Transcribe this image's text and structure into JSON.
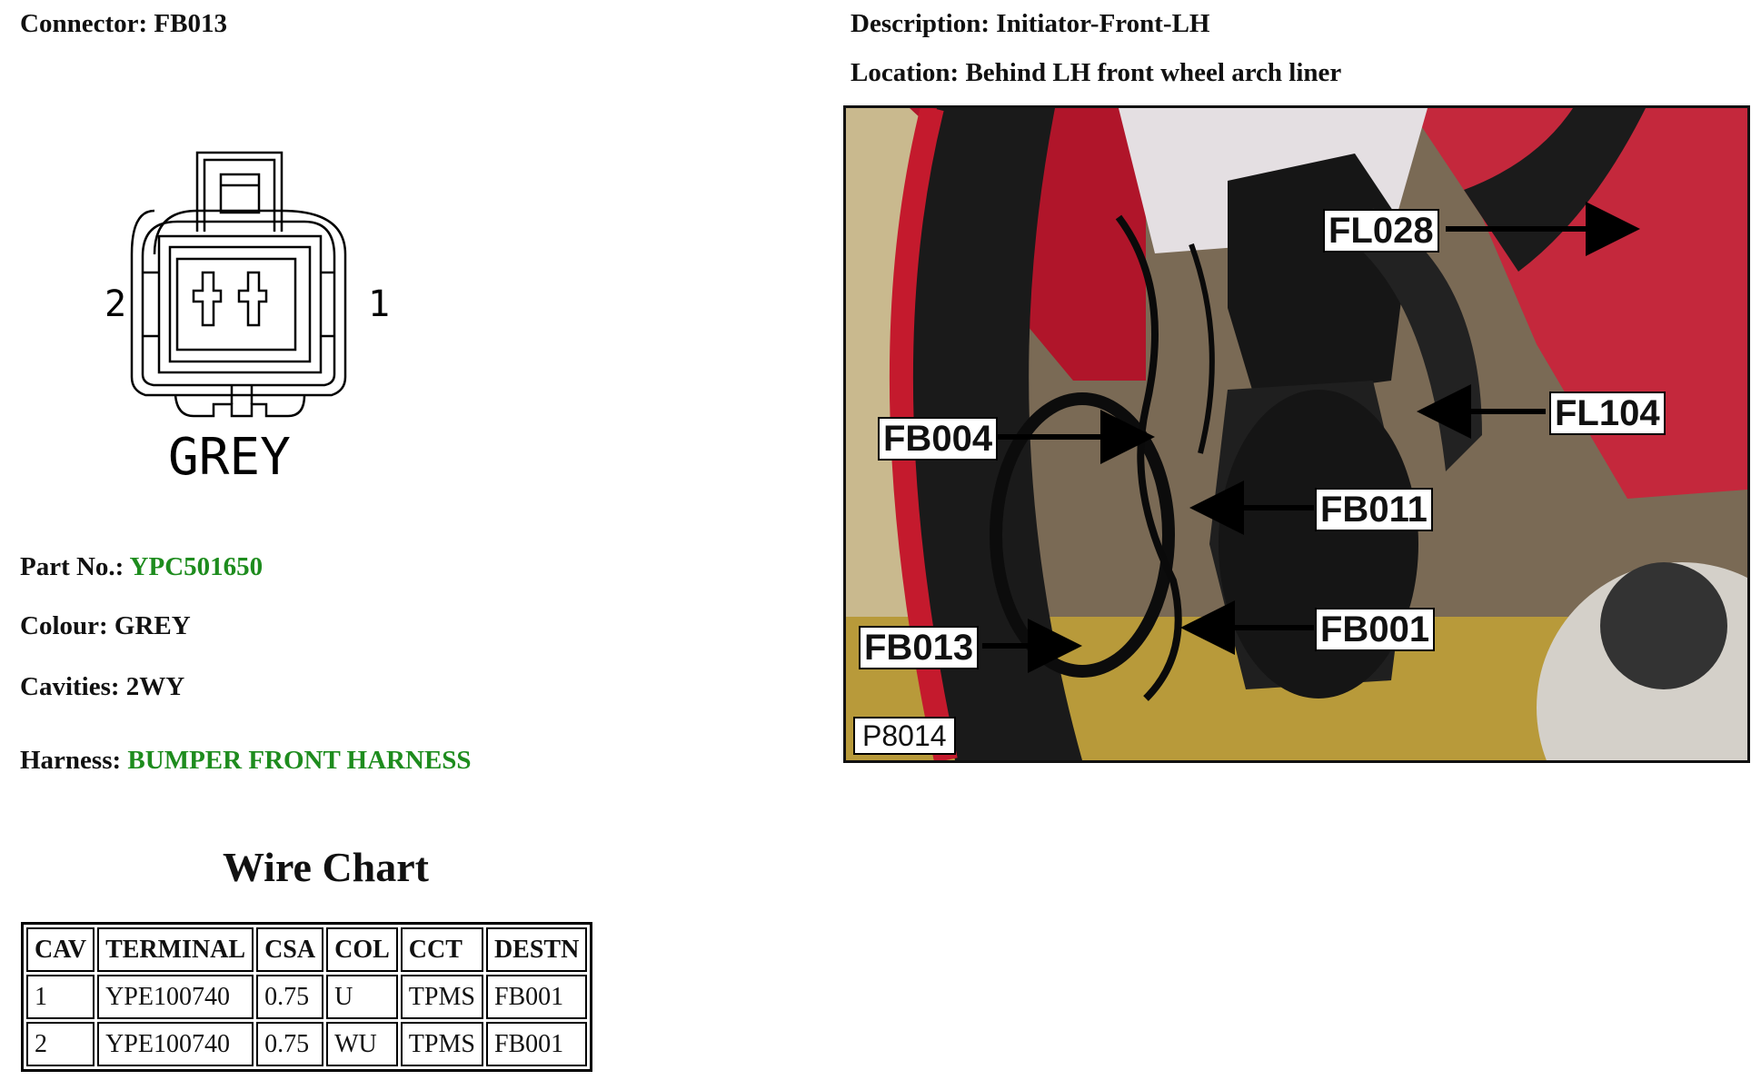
{
  "connector": {
    "label": "Connector:",
    "value": "FB013",
    "pin_left": "2",
    "pin_right": "1",
    "colour_caption": "GREY"
  },
  "description": {
    "label": "Description:",
    "value": "Initiator-Front-LH"
  },
  "location": {
    "label": "Location:",
    "value": "Behind LH front wheel arch liner"
  },
  "part_no": {
    "label": "Part No.:",
    "value": "YPC501650"
  },
  "colour": {
    "label": "Colour:",
    "value": "GREY"
  },
  "cavities": {
    "label": "Cavities:",
    "value": "2WY"
  },
  "harness": {
    "label": "Harness:",
    "value": "BUMPER FRONT HARNESS"
  },
  "wire_chart": {
    "title": "Wire Chart",
    "headers": [
      "CAV",
      "TERMINAL",
      "CSA",
      "COL",
      "CCT",
      "DESTN"
    ],
    "rows": [
      [
        "1",
        "YPE100740",
        "0.75",
        "U",
        "TPMS",
        "FB001"
      ],
      [
        "2",
        "YPE100740",
        "0.75",
        "WU",
        "TPMS",
        "FB001"
      ]
    ]
  },
  "photo": {
    "id": "P8014",
    "callouts": [
      "FL028",
      "FL104",
      "FB004",
      "FB011",
      "FB013",
      "FB001"
    ]
  },
  "colors": {
    "link": "#1e8c1e"
  }
}
